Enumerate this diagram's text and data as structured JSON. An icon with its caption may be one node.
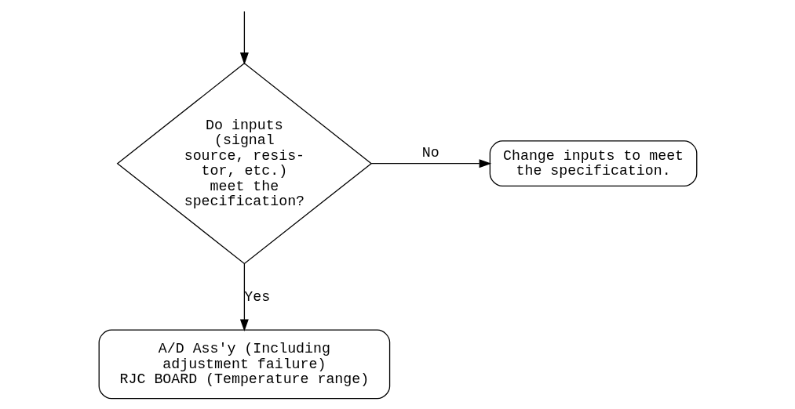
{
  "diagram": {
    "nodes": [
      {
        "text": [
          "Do inputs (signal source, resis- tor, etc.) meet the specification?"
        ]
      },
      {
        "text": [
          "Change inputs to meet the specification."
        ]
      },
      {
        "text": [
          "A/D Ass'y (Including adjustment failure)",
          "RJC BOARD (Temperature range)"
        ]
      }
    ],
    "edges": [
      {
        "from": null,
        "to": 0,
        "arrow": "to"
      },
      {
        "from": 0,
        "to": 1,
        "arrow": "to",
        "label": "No"
      },
      {
        "from": 0,
        "to": 2,
        "arrow": "to",
        "label": "Yes"
      }
    ]
  }
}
